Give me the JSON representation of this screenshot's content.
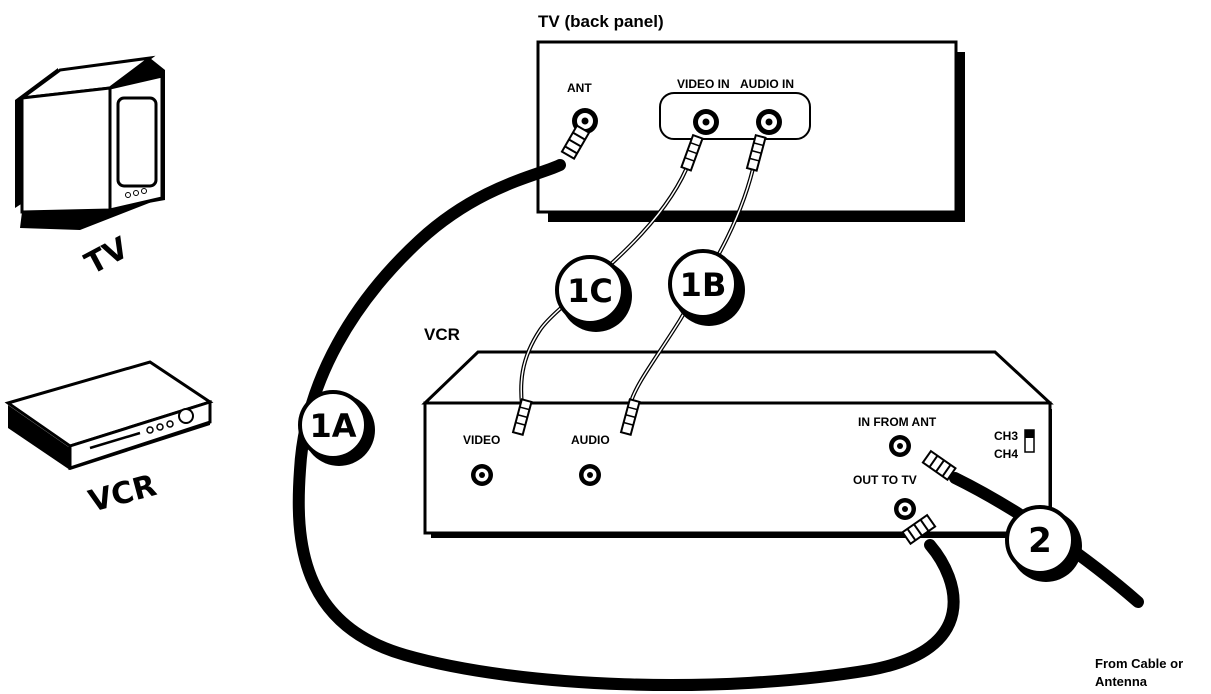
{
  "tv_panel": {
    "title": "TV (back panel)",
    "ant_label": "ANT",
    "video_in_label": "VIDEO IN",
    "audio_in_label": "AUDIO IN"
  },
  "vcr_panel": {
    "title": "VCR",
    "video_label": "VIDEO",
    "audio_label": "AUDIO",
    "in_from_ant_label": "IN FROM ANT",
    "out_to_tv_label": "OUT TO TV",
    "ch3_label": "CH3",
    "ch4_label": "CH4"
  },
  "callouts": {
    "c1a": "1A",
    "c1b": "1B",
    "c1c": "1C",
    "c2": "2"
  },
  "devices": {
    "tv_caption": "TV",
    "vcr_caption": "VCR"
  },
  "source": {
    "line1": "From Cable or",
    "line2": "Antenna"
  }
}
